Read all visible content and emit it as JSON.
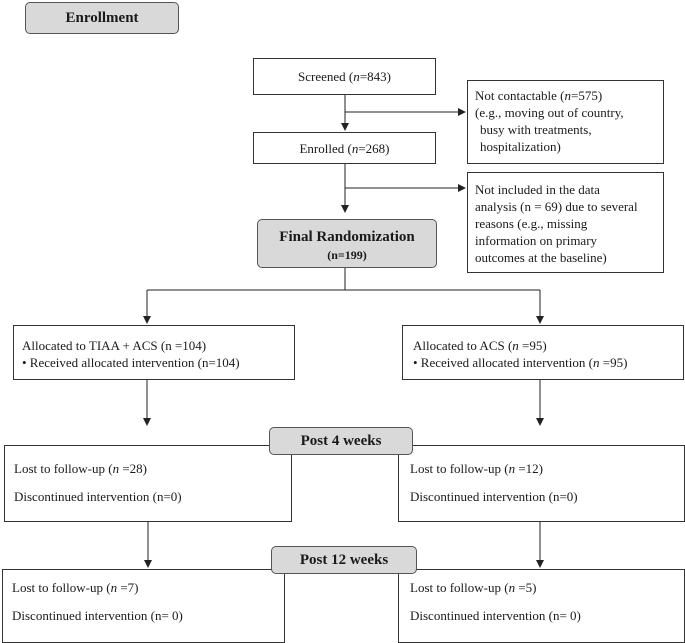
{
  "enrollment": {
    "label": "Enrollment"
  },
  "screened": {
    "pre": "Screened (",
    "n": "n",
    "post": "=843)"
  },
  "not_contactable": {
    "line1_pre": "Not contactable (",
    "line1_n": "n",
    "line1_post": "=575)",
    "line2": "(e.g., moving out of country,",
    "line3": "busy with treatments,",
    "line4": "hospitalization)"
  },
  "enrolled": {
    "pre": "Enrolled (",
    "n": "n",
    "post": "=268)"
  },
  "not_included": {
    "line1": "Not included in the data",
    "line2": "analysis (n = 69) due to several",
    "line3": "reasons (e.g., missing",
    "line4": "information on primary",
    "line5": "outcomes at the baseline)"
  },
  "final_randomization": {
    "title": "Final Randomization",
    "count": "(n=199)"
  },
  "left_alloc": {
    "line1": "Allocated to TIAA + ACS (n =104)",
    "line2": "•  Received allocated intervention (n=104)"
  },
  "right_alloc": {
    "line1_pre": "Allocated to ACS (",
    "line1_n": "n",
    "line1_post": " =95)",
    "line2_pre": "• Received allocated intervention (",
    "line2_n": "n",
    "line2_post": " =95)"
  },
  "post4": {
    "label": "Post 4 weeks"
  },
  "left_4w": {
    "lost_pre": "Lost to follow-up (",
    "lost_n": "n",
    "lost_post": " =28)",
    "disc": "Discontinued intervention (n=0)"
  },
  "right_4w": {
    "lost_pre": "Lost to follow-up (",
    "lost_n": "n",
    "lost_post": " =12)",
    "disc": "Discontinued intervention (n=0)"
  },
  "post12": {
    "label": "Post 12 weeks"
  },
  "left_12w": {
    "lost_pre": "Lost to follow-up (",
    "lost_n": "n",
    "lost_post": " =7)",
    "disc": "Discontinued intervention (n= 0)"
  },
  "right_12w": {
    "lost_pre": "Lost to follow-up (",
    "lost_n": "n",
    "lost_post": " =5)",
    "disc": "Discontinued intervention (n= 0)"
  }
}
